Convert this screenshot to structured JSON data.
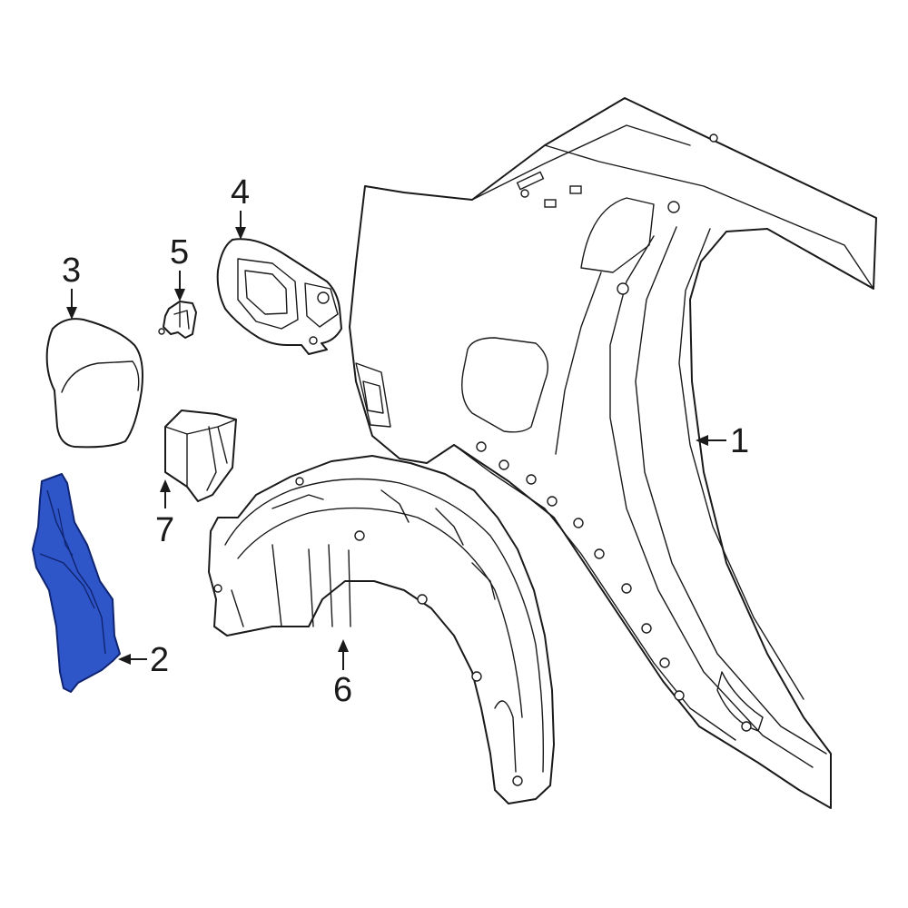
{
  "diagram": {
    "highlight_color": "#2f56c9",
    "highlight_stroke": "#0f2470",
    "line_color": "#1a1a1a",
    "callouts": {
      "c1": "1",
      "c2": "2",
      "c3": "3",
      "c4": "4",
      "c5": "5",
      "c6": "6",
      "c7": "7"
    }
  }
}
